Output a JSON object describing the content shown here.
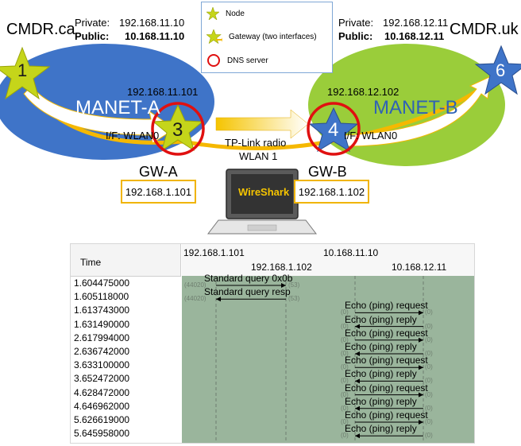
{
  "left_site": {
    "name": "CMDR.ca",
    "private_label": "Private:",
    "private_ip": "192.168.11.10",
    "public_label": "Public:",
    "public_ip": "10.168.11.10",
    "network": "MANET-A",
    "gw_ip": "192.168.11.101",
    "interface": "I/F: WLAN0"
  },
  "right_site": {
    "name": "CMDR.uk",
    "private_label": "Private:",
    "private_ip": "192.168.12.11",
    "public_label": "Public:",
    "public_ip": "10.168.12.11",
    "network": "MANET-B",
    "gw_ip": "192.168.12.102",
    "interface": "I/F: WLAN0"
  },
  "legend": {
    "items": [
      "Node",
      "Gateway (two interfaces)",
      "DNS server"
    ]
  },
  "nodes": {
    "n1": "1",
    "n3": "3",
    "n4": "4",
    "n6": "6"
  },
  "radio": {
    "line1": "TP-Link radio",
    "line2": "WLAN 1"
  },
  "gateways": {
    "a_label": "GW-A",
    "a_ip": "192.168.1.101",
    "b_label": "GW-B",
    "b_ip": "192.168.1.102"
  },
  "laptop": {
    "label": "WireShark"
  },
  "wireshark": {
    "time_header": "Time",
    "hosts": [
      "192.168.1.101",
      "192.168.1.102",
      "10.168.11.10",
      "10.168.12.11"
    ],
    "rows": [
      {
        "time": "1.604475000",
        "msg": "Standard query 0x0b",
        "p1": "(44020)",
        "p2": "(53)"
      },
      {
        "time": "1.605118000",
        "msg": "Standard query resp",
        "p1": "(44020)",
        "p2": "(53)"
      },
      {
        "time": "1.613743000",
        "msg": "Echo (ping) request",
        "p1": "(0)",
        "p2": "(0)"
      },
      {
        "time": "1.631490000",
        "msg": "Echo (ping) reply",
        "p1": "(0)",
        "p2": "(0)"
      },
      {
        "time": "2.617994000",
        "msg": "Echo (ping) request",
        "p1": "(0)",
        "p2": "(0)"
      },
      {
        "time": "2.636742000",
        "msg": "Echo (ping) reply",
        "p1": "(0)",
        "p2": "(0)"
      },
      {
        "time": "3.633100000",
        "msg": "Echo (ping) request",
        "p1": "(0)",
        "p2": "(0)"
      },
      {
        "time": "3.652472000",
        "msg": "Echo (ping) reply",
        "p1": "(0)",
        "p2": "(0)"
      },
      {
        "time": "4.628472000",
        "msg": "Echo (ping) request",
        "p1": "(0)",
        "p2": "(0)"
      },
      {
        "time": "4.646962000",
        "msg": "Echo (ping) reply",
        "p1": "(0)",
        "p2": "(0)"
      },
      {
        "time": "5.626619000",
        "msg": "Echo (ping) request",
        "p1": "(0)",
        "p2": "(0)"
      },
      {
        "time": "5.645958000",
        "msg": "Echo (ping) reply",
        "p1": "(0)",
        "p2": "(0)"
      }
    ]
  },
  "colors": {
    "manet_a": "#3f74c8",
    "manet_b": "#9acd3a",
    "star": "#c5d51a",
    "dns_ring": "#e01010",
    "arrow": "#f5b800",
    "flow_bg": "#9ab59c"
  }
}
